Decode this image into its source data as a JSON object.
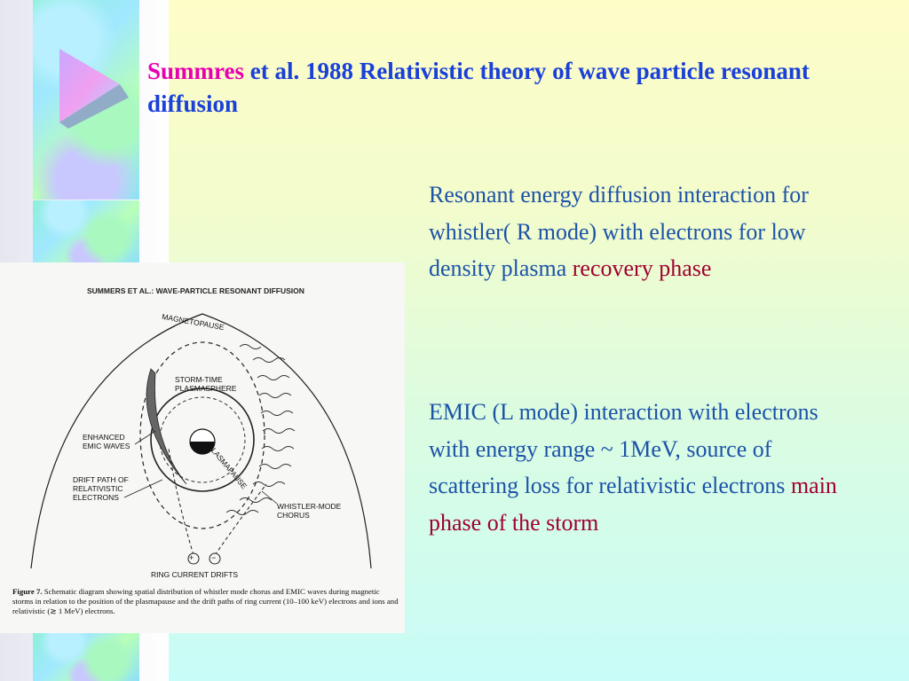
{
  "title": {
    "author": "Summres",
    "rest": " et al. 1988 Relativistic theory of wave particle resonant diffusion"
  },
  "para1": {
    "text": "Resonant energy diffusion interaction for whistler( R mode) with electrons for low density plasma ",
    "highlight": "recovery phase"
  },
  "para2": {
    "text": "EMIC (L mode) interaction with electrons with energy range ~ 1MeV, source of  scattering loss for relativistic electrons ",
    "highlight": "main phase of the storm"
  },
  "figure": {
    "header": "SUMMERS ET AL.: WAVE-PARTICLE RESONANT DIFFUSION",
    "labels": {
      "magnetopause": "MAGNETOPAUSE",
      "plasmasphere": "STORM-TIME\nPLASMASPHERE",
      "emic": "ENHANCED\nEMIC WAVES",
      "drift": "DRIFT PATH OF\nRELATIVISTIC\nELECTRONS",
      "plasmapause": "PLASMAPAUSE",
      "chorus": "WHISTLER-MODE\nCHORUS",
      "ring": "RING CURRENT DRIFTS",
      "plus": "+",
      "minus": "−"
    },
    "caption_label": "Figure 7.",
    "caption_text": "  Schematic diagram showing spatial distribution of whistler mode chorus and EMIC waves during magnetic storms in relation to the position of the plasmapause and the drift paths of ring current (10–100 keV) electrons and ions and relativistic (≳ 1 MeV) electrons."
  },
  "colors": {
    "title_blue": "#1a40d8",
    "author_magenta": "#e800b0",
    "body_blue": "#1c52a8",
    "highlight_red": "#a00030"
  },
  "icons": [
    "decorative-arrow-icon",
    "earth-icon"
  ]
}
